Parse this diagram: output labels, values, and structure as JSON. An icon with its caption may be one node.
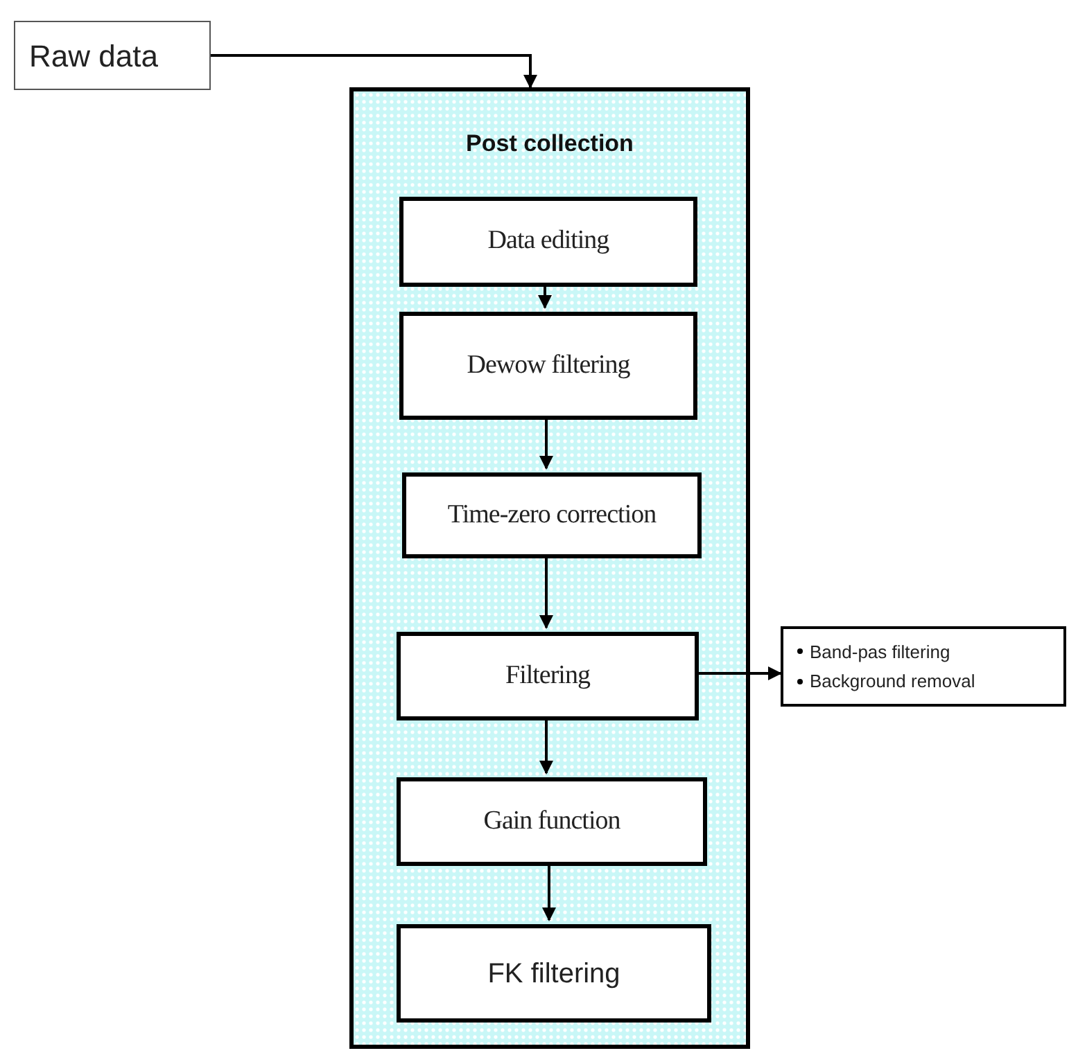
{
  "diagram": {
    "nodes": [
      {
        "text": [
          "Raw data"
        ]
      },
      {
        "text": [
          "Post collection"
        ]
      },
      {
        "text": [
          "Data editing"
        ],
        "in": 1
      },
      {
        "text": [
          "Dewow filtering"
        ],
        "in": 1
      },
      {
        "text": [
          "Time-zero correction"
        ],
        "in": 1
      },
      {
        "text": [
          "Filtering"
        ],
        "in": 1
      },
      {
        "text": [
          "Gain function"
        ],
        "in": 1
      },
      {
        "text": [
          "FK filtering"
        ],
        "in": 1
      },
      {
        "text": [
          "Band-pas filtering",
          "Background removal"
        ]
      }
    ],
    "edges": [
      {
        "from": 0,
        "to": 1,
        "arrow": "to"
      },
      {
        "from": 2,
        "to": 3,
        "arrow": "to"
      },
      {
        "from": 3,
        "to": 4,
        "arrow": "to"
      },
      {
        "from": 4,
        "to": 5,
        "arrow": "to"
      },
      {
        "from": 5,
        "to": 6,
        "arrow": "to"
      },
      {
        "from": 6,
        "to": 7,
        "arrow": "to"
      },
      {
        "from": 5,
        "to": 8,
        "arrow": "to"
      }
    ]
  }
}
